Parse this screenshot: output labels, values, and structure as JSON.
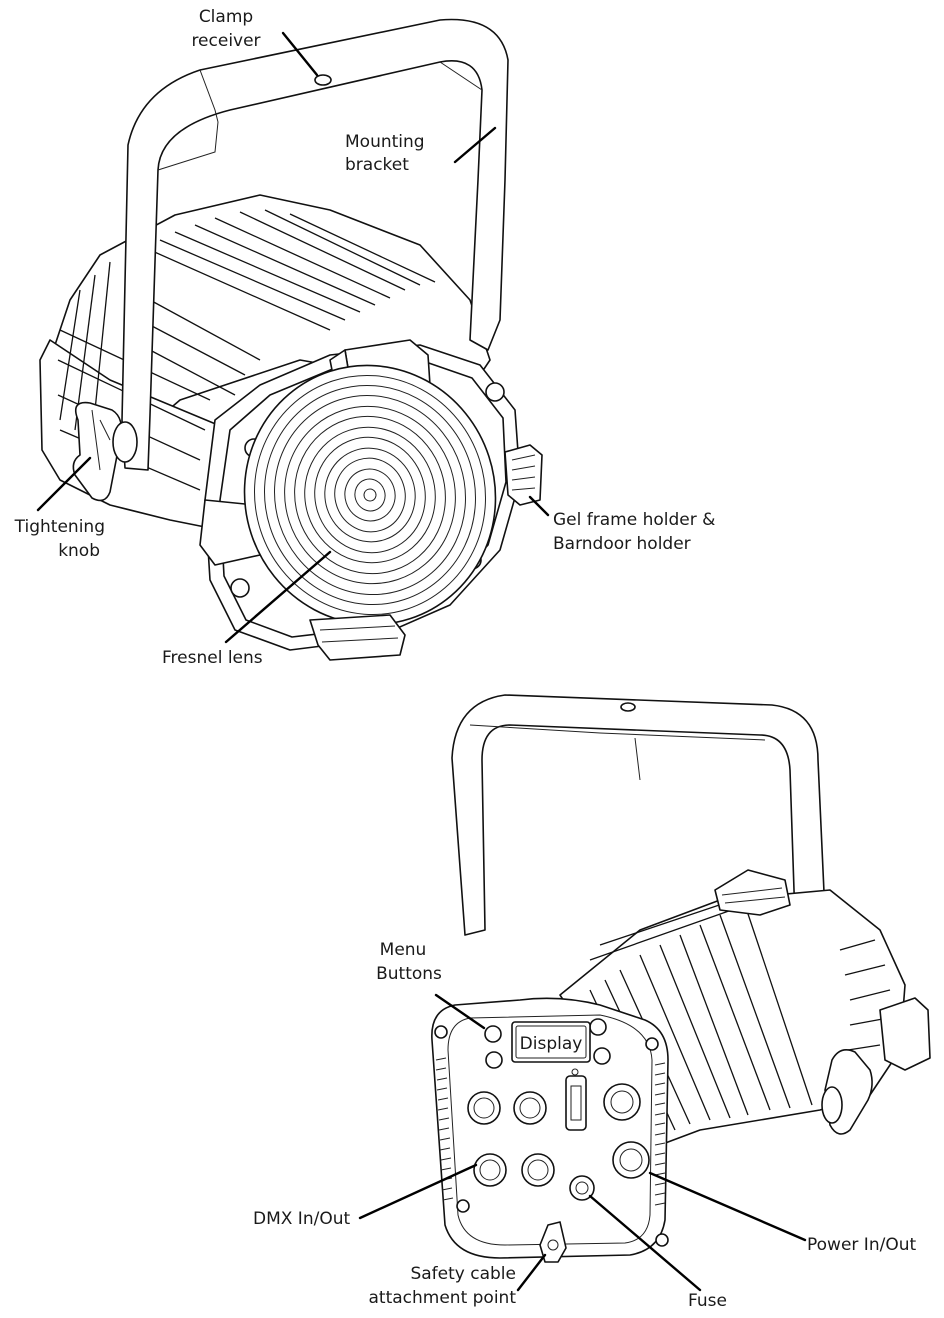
{
  "front_view": {
    "labels": {
      "clamp_receiver": [
        "Clamp",
        "receiver"
      ],
      "mounting_bracket": [
        "Mounting",
        "bracket"
      ],
      "tightening_knob": [
        "Tightening",
        "knob"
      ],
      "gel_frame_holder": [
        "Gel frame holder &",
        "Barndoor holder"
      ],
      "fresnel_lens": "Fresnel lens"
    }
  },
  "rear_view": {
    "labels": {
      "menu_buttons": [
        "Menu",
        "Buttons"
      ],
      "display": "Display",
      "dmx_in_out": "DMX In/Out",
      "power_in_out": "Power In/Out",
      "safety_cable": [
        "Safety cable",
        "attachment point"
      ],
      "fuse": "Fuse"
    }
  }
}
